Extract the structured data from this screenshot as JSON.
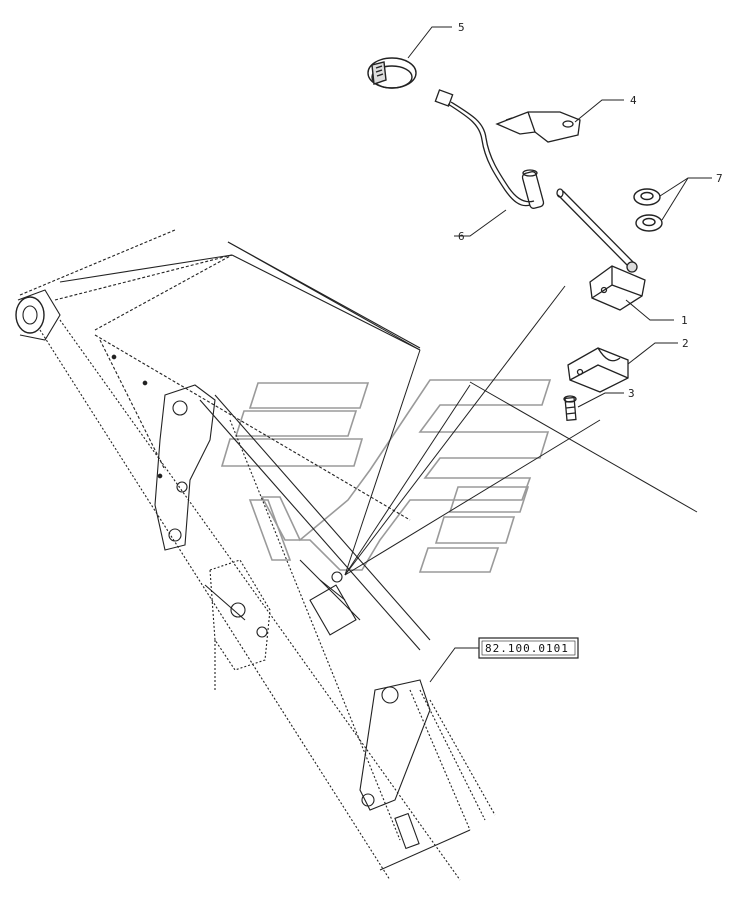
{
  "callouts": {
    "c1": "1",
    "c2": "2",
    "c3": "3",
    "c4": "4",
    "c5": "5",
    "c6": "6",
    "c7": "7"
  },
  "reference_label": "82.100.0101",
  "colors": {
    "line": "#222222",
    "logo": "#9a9a9a",
    "background": "#ffffff"
  }
}
